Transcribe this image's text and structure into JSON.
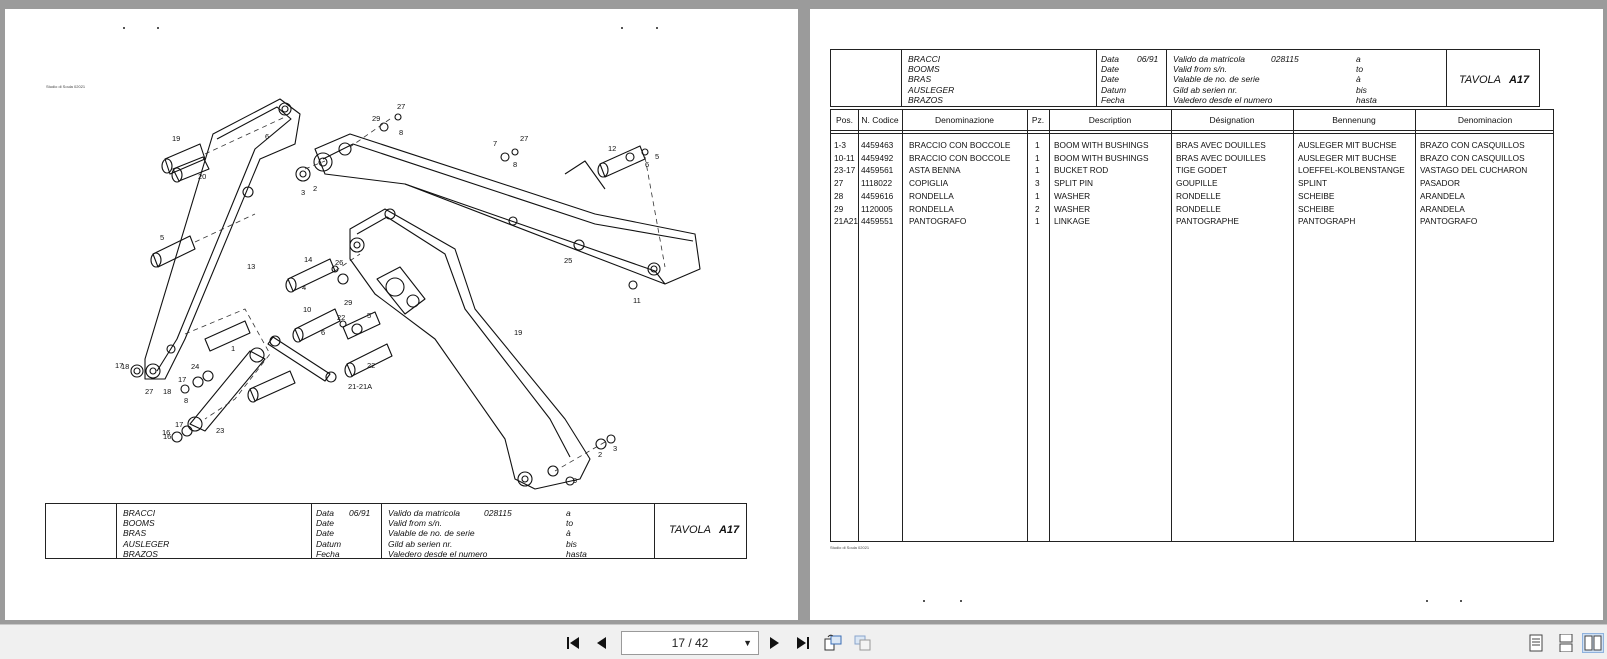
{
  "left_page": {
    "header_note": "Studio di Soula  02021",
    "callouts": [
      "27",
      "29",
      "8",
      "6",
      "19",
      "20",
      "3",
      "2",
      "7",
      "27",
      "5",
      "8",
      "12",
      "6",
      "5",
      "13",
      "14",
      "4",
      "26",
      "29",
      "25",
      "11",
      "10",
      "22",
      "6",
      "5",
      "19",
      "1",
      "24",
      "17",
      "18",
      "17",
      "27",
      "8",
      "16",
      "21-21A",
      "22",
      "16",
      "17",
      "23",
      "9",
      "2",
      "3",
      "18"
    ]
  },
  "title_block": {
    "names": [
      "BRACCI",
      "BOOMS",
      "BRAS",
      "AUSLEGER",
      "BRAZOS"
    ],
    "data_labels": [
      "Data",
      "Date",
      "Date",
      "Datum",
      "Fecha"
    ],
    "date": "06/91",
    "valid_labels": [
      "Valido da matricola",
      "Valid from s/n.",
      "Valable de no. de serie",
      "Gild ab serien nr.",
      "Valedero desde el numero"
    ],
    "serial": "028115",
    "until_labels": [
      "a",
      "to",
      "à",
      "bis",
      "hasta"
    ],
    "tavola_label": "TAVOLA",
    "tavola_num": "A17"
  },
  "parts_table": {
    "headers": [
      "Pos.",
      "N. Codice",
      "Denominazione",
      "Pz.",
      "Description",
      "Désignation",
      "Bennenung",
      "Denominacion"
    ],
    "rows": [
      [
        "1-3",
        "4459463",
        "BRACCIO CON BOCCOLE",
        "1",
        "BOOM WITH BUSHINGS",
        "BRAS AVEC DOUILLES",
        "AUSLEGER MIT BUCHSE",
        "BRAZO CON CASQUILLOS"
      ],
      [
        "10-11",
        "4459492",
        "BRACCIO CON BOCCOLE",
        "1",
        "BOOM WITH BUSHINGS",
        "BRAS AVEC DOUILLES",
        "AUSLEGER MIT BUCHSE",
        "BRAZO CON CASQUILLOS"
      ],
      [
        "23-17",
        "4459561",
        "ASTA BENNA",
        "1",
        "BUCKET ROD",
        "TIGE GODET",
        "LOEFFEL-KOLBENSTANGE",
        "VASTAGO DEL CUCHARON"
      ],
      [
        "27",
        "1118022",
        "COPIGLIA",
        "3",
        "SPLIT PIN",
        "GOUPILLE",
        "SPLINT",
        "PASADOR"
      ],
      [
        "28",
        "4459616",
        "RONDELLA",
        "1",
        "WASHER",
        "RONDELLE",
        "SCHEIBE",
        "ARANDELA"
      ],
      [
        "29",
        "1120005",
        "RONDELLA",
        "2",
        "WASHER",
        "RONDELLE",
        "SCHEIBE",
        "ARANDELA"
      ],
      [
        "21A21",
        "4459551",
        "PANTOGRAFO",
        "1",
        "LINKAGE",
        "PANTOGRAPHE",
        "PANTOGRAPH",
        "PANTOGRAFO"
      ]
    ],
    "footer_note": "Studio di Soula  02021"
  },
  "toolbar": {
    "page_indicator": "17 / 42",
    "icons": [
      "first-page-icon",
      "prev-page-icon",
      "next-page-icon",
      "last-page-icon",
      "rotate-icon",
      "rotate-back-icon",
      "single-page-icon",
      "continuous-page-icon",
      "two-page-icon"
    ]
  }
}
